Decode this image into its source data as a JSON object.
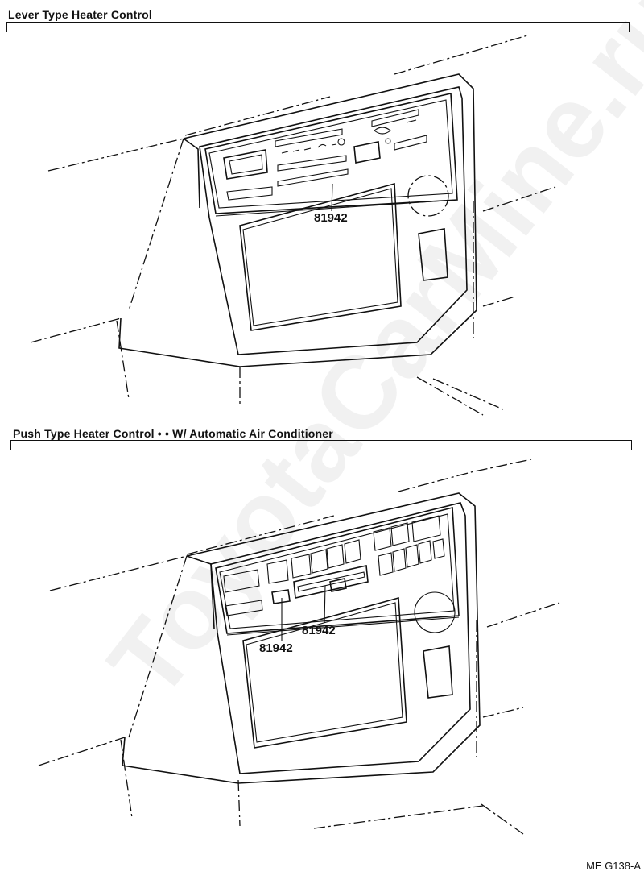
{
  "diagram": {
    "sections": [
      {
        "title": "Lever Type Heater Control",
        "part_labels": [
          "81942"
        ]
      },
      {
        "title": "Push Type Heater Control • • W/ Automatic Air Conditioner",
        "part_labels": [
          "81942",
          "81942"
        ]
      }
    ],
    "code": "ME G138-A",
    "watermark": "ToyotaCarMine.ru"
  }
}
